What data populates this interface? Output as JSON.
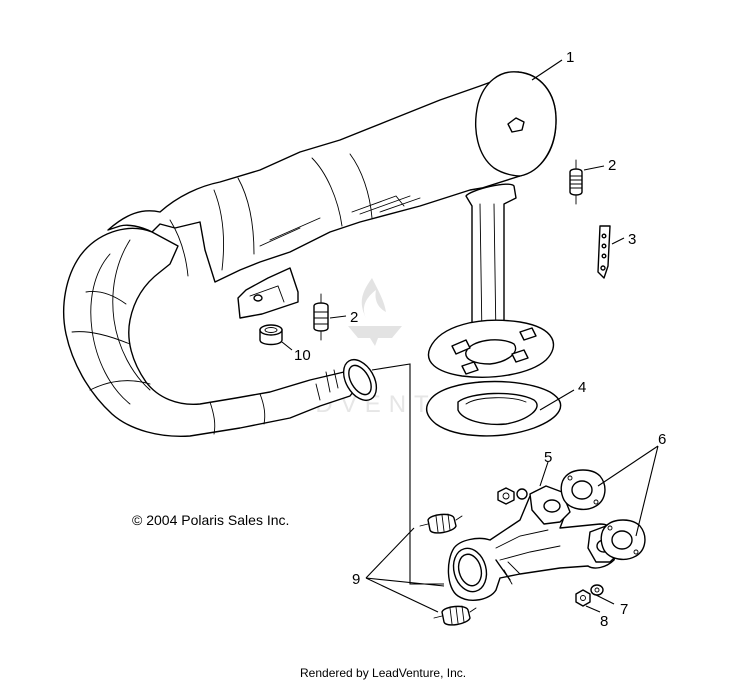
{
  "copyright": "© 2004 Polaris Sales Inc.",
  "footer": "Rendered by LeadVenture, Inc.",
  "watermark": "LEADVENTURE",
  "callouts": {
    "c1": "1",
    "c2a": "2",
    "c2b": "2",
    "c3": "3",
    "c4": "4",
    "c5": "5",
    "c6": "6",
    "c7": "7",
    "c8": "8",
    "c9": "9",
    "c10": "10"
  }
}
